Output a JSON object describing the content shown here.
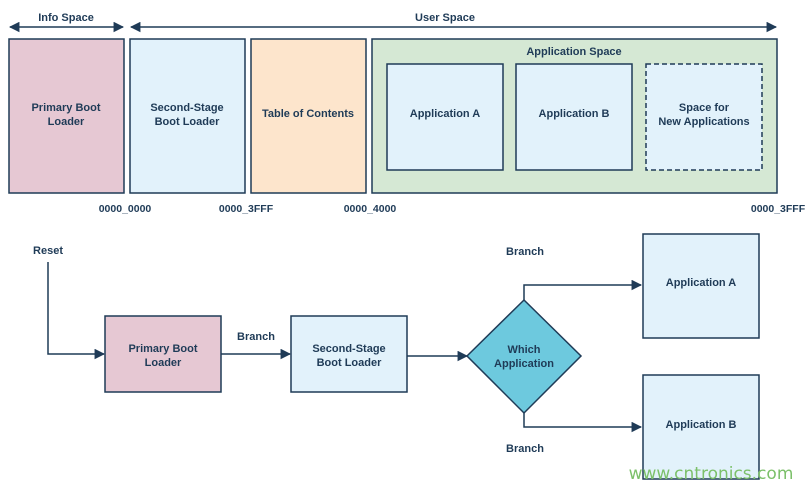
{
  "memory_map": {
    "info_space_label": "Info Space",
    "user_space_label": "User Space",
    "primary_boot_loader": [
      "Primary Boot",
      "Loader"
    ],
    "second_stage_boot_loader": [
      "Second-Stage",
      "Boot Loader"
    ],
    "table_of_contents": "Table of Contents",
    "application_space_label": "Application Space",
    "application_a": "Application A",
    "application_b": "Application B",
    "space_for_new_apps": [
      "Space for",
      "New Applications"
    ],
    "addresses": [
      "0000_0000",
      "0000_3FFF",
      "0000_4000",
      "0000_3FFF"
    ]
  },
  "flow": {
    "reset_label": "Reset",
    "primary_boot_loader": [
      "Primary Boot",
      "Loader"
    ],
    "branch_label_1": "Branch",
    "second_stage_boot_loader": [
      "Second-Stage",
      "Boot Loader"
    ],
    "decision": [
      "Which",
      "Application"
    ],
    "branch_label_top": "Branch",
    "branch_label_bottom": "Branch",
    "application_a": "Application A",
    "application_b": "Application B"
  },
  "watermark": "www.cntronics.com",
  "colors": {
    "stroke": "#1f3b57",
    "pink": "#e6c8d3",
    "light_blue": "#e2f2fb",
    "peach": "#fde5cc",
    "green": "#d5e8d4",
    "teal": "#6dc9de"
  }
}
